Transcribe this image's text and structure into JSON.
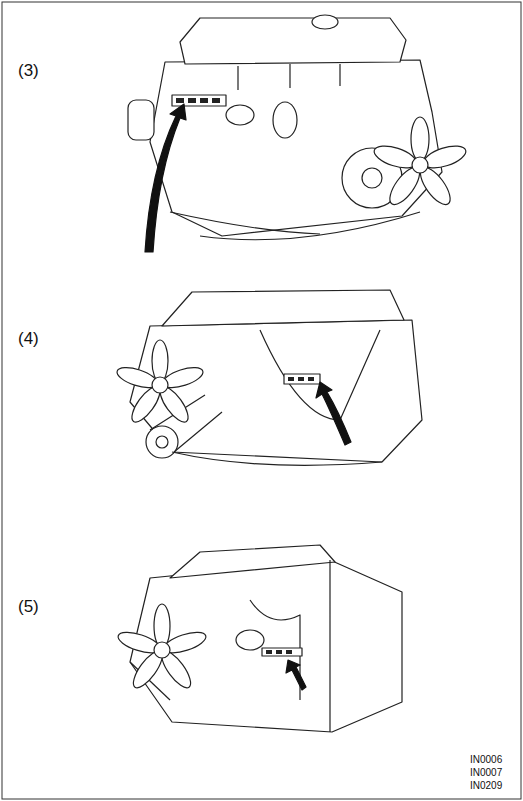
{
  "diagram": {
    "labels": [
      "(3)",
      "(4)",
      "(5)",
      "IN0006",
      "IN0007",
      "IN0209"
    ]
  }
}
